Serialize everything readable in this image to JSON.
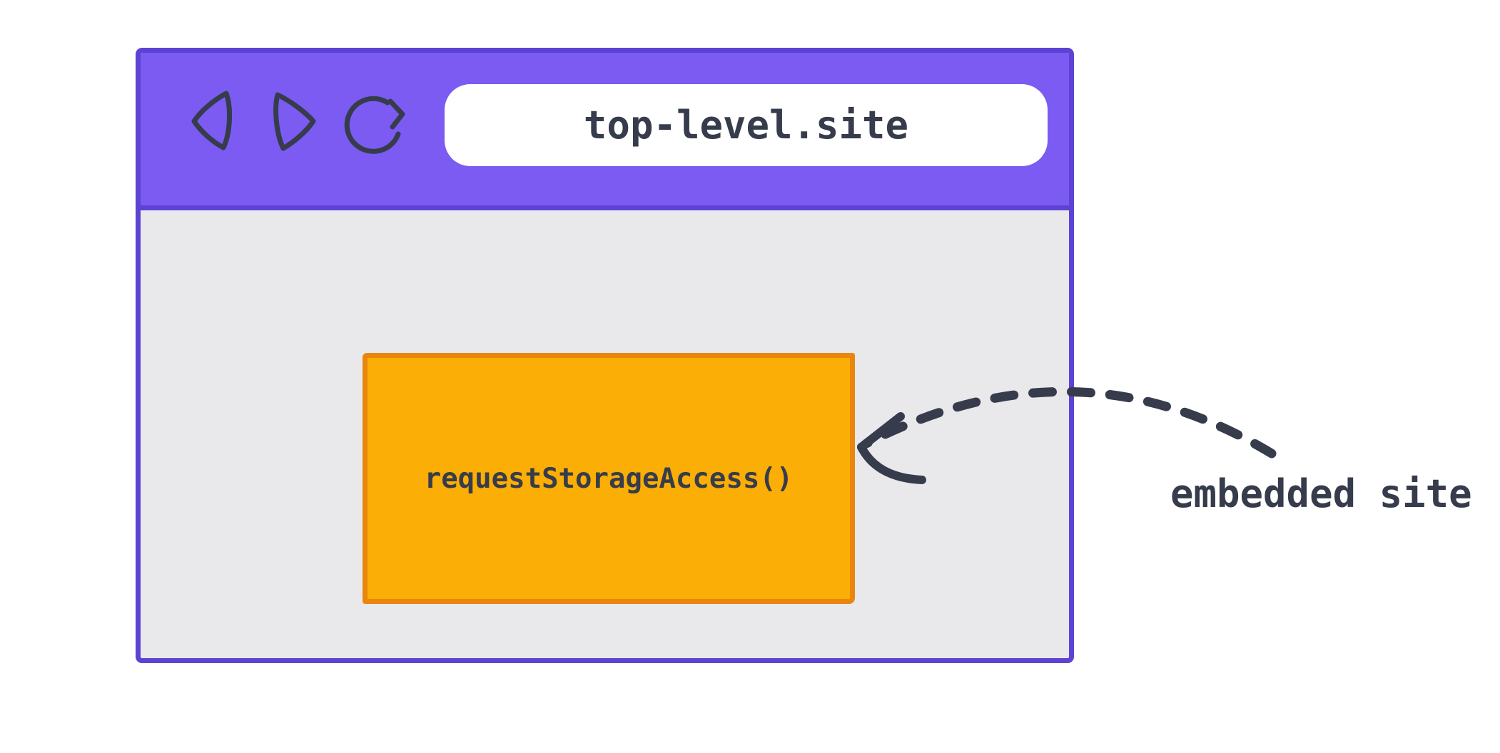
{
  "diagram": {
    "browser": {
      "toolbar": {
        "icons": [
          {
            "name": "back-icon"
          },
          {
            "name": "forward-icon"
          },
          {
            "name": "reload-icon"
          }
        ],
        "address_bar": {
          "value": "top-level.site"
        }
      },
      "embed": {
        "label": "requestStorageAccess()"
      }
    },
    "annotation": {
      "label": "embedded site"
    }
  },
  "colors": {
    "toolbar_purple": "#7B5BF2",
    "window_border_purple": "#5E42D3",
    "content_gray": "#E9E8EB",
    "embed_orange": "#FBAE05",
    "embed_border_orange": "#E8870C",
    "ink": "#363C4B",
    "address_bar_bg": "#FFFFFF",
    "canvas_bg": "#FFFFFF"
  }
}
